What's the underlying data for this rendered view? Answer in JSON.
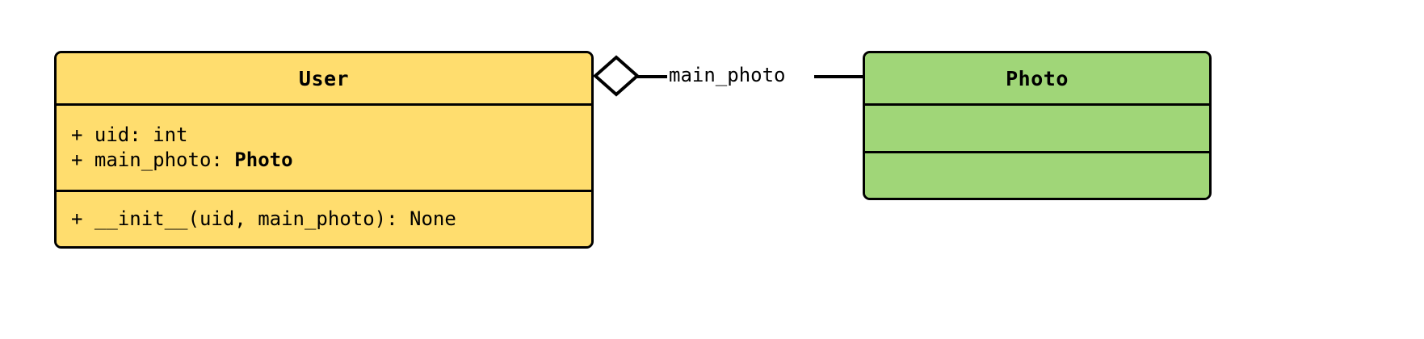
{
  "diagram": {
    "type": "uml-class-diagram",
    "background_color": "#ffffff",
    "line_color": "#000000",
    "classes": [
      {
        "id": "user",
        "name": "User",
        "fill_color": "#FFDD6E",
        "attributes": [
          {
            "text": "+ uid: int",
            "prefix": "+ uid: int",
            "bold_suffix": ""
          },
          {
            "prefix": "+ main_photo: ",
            "bold_suffix": "Photo"
          }
        ],
        "methods": [
          {
            "text": "+ __init__(uid, main_photo): None"
          }
        ]
      },
      {
        "id": "photo",
        "name": "Photo",
        "fill_color": "#A0D678",
        "attributes": [],
        "methods": []
      }
    ],
    "relationships": [
      {
        "id": "user-has-main-photo",
        "kind": "aggregation",
        "source": "User",
        "target": "Photo",
        "label": "main_photo",
        "marker": "hollow-diamond",
        "marker_fill": "#ffffff"
      }
    ]
  }
}
